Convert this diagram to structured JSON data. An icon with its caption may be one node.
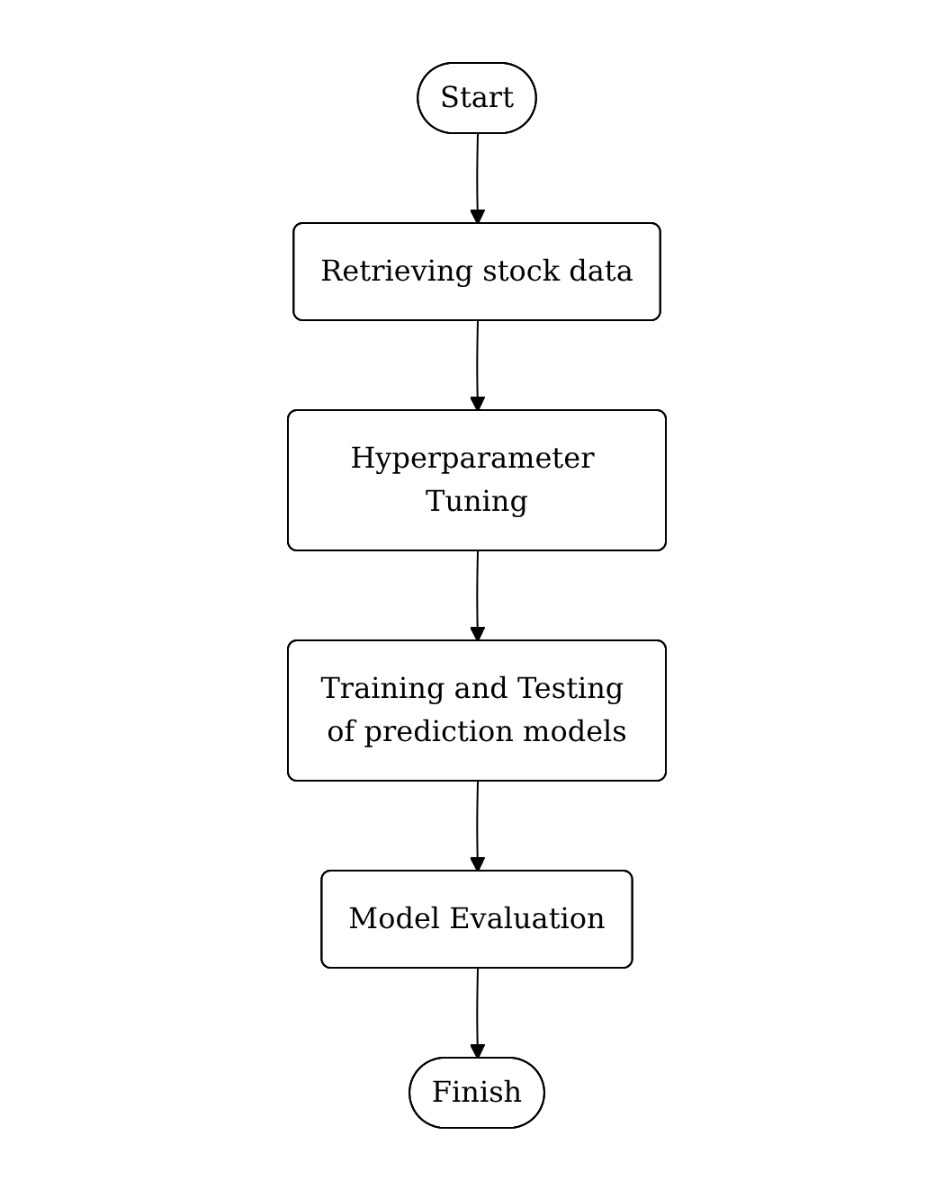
{
  "diagram": {
    "nodes": [
      {
        "text": [
          "Start"
        ]
      },
      {
        "text": [
          "Retrieving stock data"
        ]
      },
      {
        "text": [
          "Hyperparameter Tuning"
        ]
      },
      {
        "text": [
          "Training and Testing of prediction models"
        ]
      },
      {
        "text": [
          "Model Evaluation"
        ]
      },
      {
        "text": [
          "Finish"
        ]
      }
    ],
    "edges": [
      {
        "from": 0,
        "to": 1,
        "arrow": "to"
      },
      {
        "from": 1,
        "to": 2,
        "arrow": "to"
      },
      {
        "from": 2,
        "to": 3,
        "arrow": "to"
      },
      {
        "from": 3,
        "to": 4,
        "arrow": "to"
      },
      {
        "from": 4,
        "to": 5,
        "arrow": "to"
      }
    ]
  }
}
